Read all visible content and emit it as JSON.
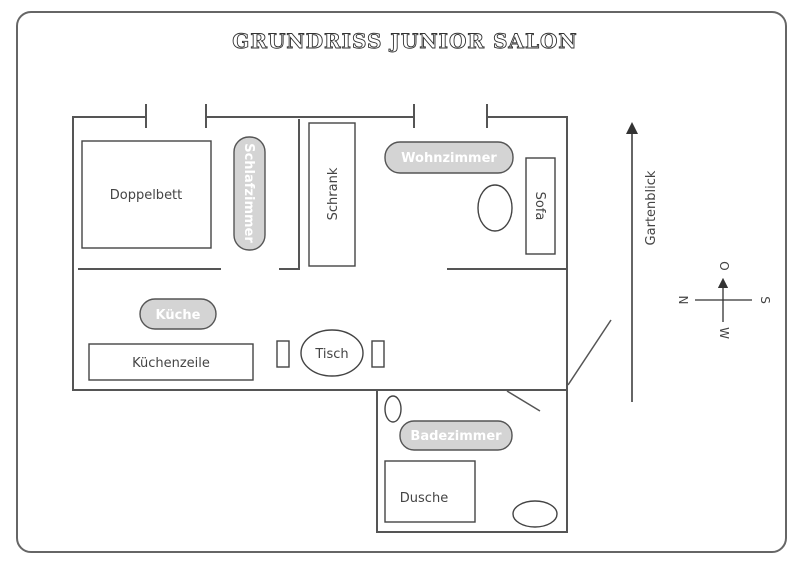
{
  "title": "GRUNDRISS JUNIOR SALON",
  "rooms": {
    "schlafzimmer": "Schlafzimmer",
    "wohnzimmer": "Wohnzimmer",
    "kueche": "Küche",
    "badezimmer": "Badezimmer"
  },
  "furniture": {
    "doppelbett": "Doppelbett",
    "schrank": "Schrank",
    "sofa": "Sofa",
    "kuechenzeile": "Küchenzeile",
    "tisch": "Tisch",
    "dusche": "Dusche"
  },
  "view_arrow": {
    "label": "Gartenblick"
  },
  "compass": {
    "top": "O",
    "left": "N",
    "right": "S",
    "bottom": "W"
  },
  "colors": {
    "pill_fill": "#d4d4d4",
    "line": "#555555",
    "frame": "#666666"
  }
}
